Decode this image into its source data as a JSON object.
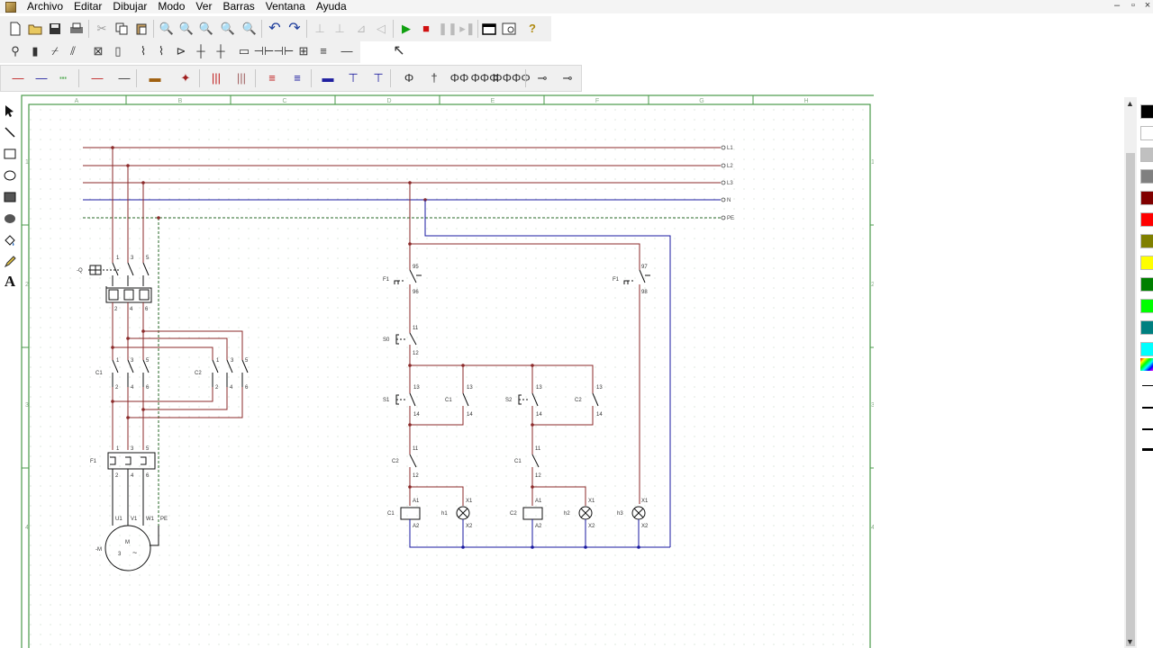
{
  "menubar": {
    "items": [
      "Archivo",
      "Editar",
      "Dibujar",
      "Modo",
      "Ver",
      "Barras",
      "Ventana",
      "Ayuda"
    ]
  },
  "window_controls": {
    "minimize": "–",
    "restore": "▫",
    "close": "×"
  },
  "toolbar1": {
    "icons": [
      "new-file-icon",
      "open-folder-icon",
      "save-icon",
      "print-icon",
      "cut-icon",
      "copy-icon",
      "paste-icon",
      "zoom-in-icon",
      "zoom-out-icon",
      "zoom-icon",
      "zoom-fit-icon",
      "zoom-window-icon",
      "undo-icon",
      "redo-icon",
      "align-icon-1",
      "align-icon-2",
      "align-icon-3",
      "align-icon-4",
      "play-icon",
      "stop-icon",
      "pause-icon",
      "step-icon",
      "window-icon",
      "settings-window-icon",
      "help-icon"
    ]
  },
  "colors": {
    "accent_red": "#c01010",
    "wire_brown": "#8b2a2a",
    "wire_blue": "#1a1aa0",
    "play_green": "#10a010",
    "grid_dot": "#c8d8c8",
    "frame_green": "#4a9a4a"
  },
  "palette": [
    "#000000",
    "#ffffff",
    "#c0c0c0",
    "#808080",
    "#800000",
    "#ff0000",
    "#808000",
    "#ffff00",
    "#008000",
    "#00ff00",
    "#008080",
    "#00ffff"
  ],
  "sheet": {
    "col_labels": [
      "A",
      "B",
      "C",
      "D",
      "E",
      "F",
      "G",
      "H"
    ],
    "row_labels": [
      "1",
      "2",
      "3",
      "4"
    ]
  },
  "power": {
    "line_tags": [
      "L1",
      "L2",
      "L3",
      "N",
      "PE"
    ],
    "q_label": "-Q",
    "c1_label": "C1",
    "c2_label": "C2",
    "f1_label": "F1",
    "motor_label": "-M",
    "motor_m": "M",
    "motor_3": "3",
    "motor_tilde": "~",
    "terminal_labels": [
      "U1",
      "V1",
      "W1",
      "PE"
    ],
    "pin_top": [
      "1",
      "3",
      "5"
    ],
    "pin_bot": [
      "2",
      "4",
      "6"
    ]
  },
  "control": {
    "f1_label": "F1",
    "f1_pins": [
      "95",
      "96"
    ],
    "f1b_label": "F1",
    "f1b_pins": [
      "97",
      "98"
    ],
    "s0_label": "S0",
    "s0_pins": [
      "11",
      "12"
    ],
    "s1_label": "S1",
    "s2_label": "S2",
    "c1_label": "C1",
    "c2_label": "C2",
    "no_pins": [
      "13",
      "14"
    ],
    "nc_pins": [
      "11",
      "12"
    ],
    "coil_pins": [
      "A1",
      "A2"
    ],
    "lamp_pins": [
      "X1",
      "X2"
    ],
    "h1_label": "h1",
    "h2_label": "h2",
    "h3_label": "h3"
  }
}
